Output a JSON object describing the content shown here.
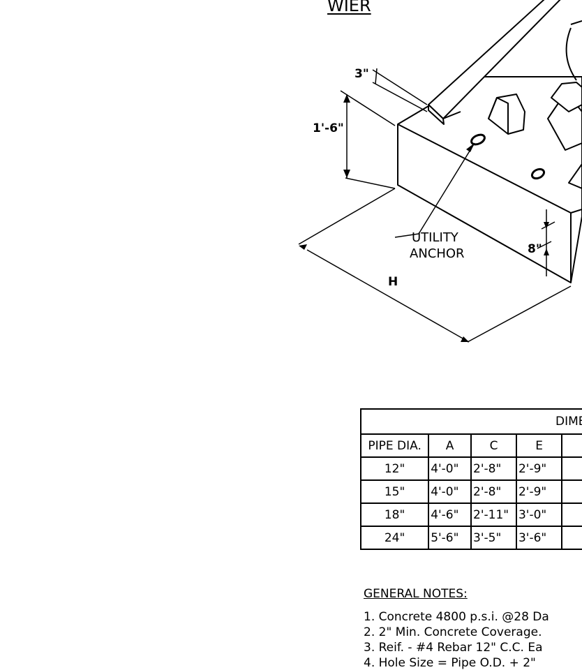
{
  "drawing": {
    "title": "WIER",
    "dims": {
      "top_thickness": "3\"",
      "height": "1'-6\"",
      "wall": "8\"",
      "length": "H"
    },
    "callout": {
      "line1": "UTILITY",
      "line2": "ANCHOR"
    }
  },
  "table": {
    "header": "DIMEN",
    "columns": [
      "PIPE DIA.",
      "A",
      "C",
      "E"
    ],
    "rows": [
      [
        "12\"",
        "4'-0\"",
        "2'-8\"",
        "2'-9\""
      ],
      [
        "15\"",
        "4'-0\"",
        "2'-8\"",
        "2'-9\""
      ],
      [
        "18\"",
        "4'-6\"",
        "2'-11\"",
        "3'-0\""
      ],
      [
        "24\"",
        "5'-6\"",
        "3'-5\"",
        "3'-6\""
      ]
    ]
  },
  "notes": {
    "title": "GENERAL NOTES:",
    "items": [
      "1. Concrete 4800 p.s.i. @28 Da",
      "2. 2\" Min. Concrete Coverage.",
      "3. Reif. - #4 Rebar 12\" C.C. Ea",
      "4. Hole Size = Pipe O.D. + 2\""
    ]
  }
}
